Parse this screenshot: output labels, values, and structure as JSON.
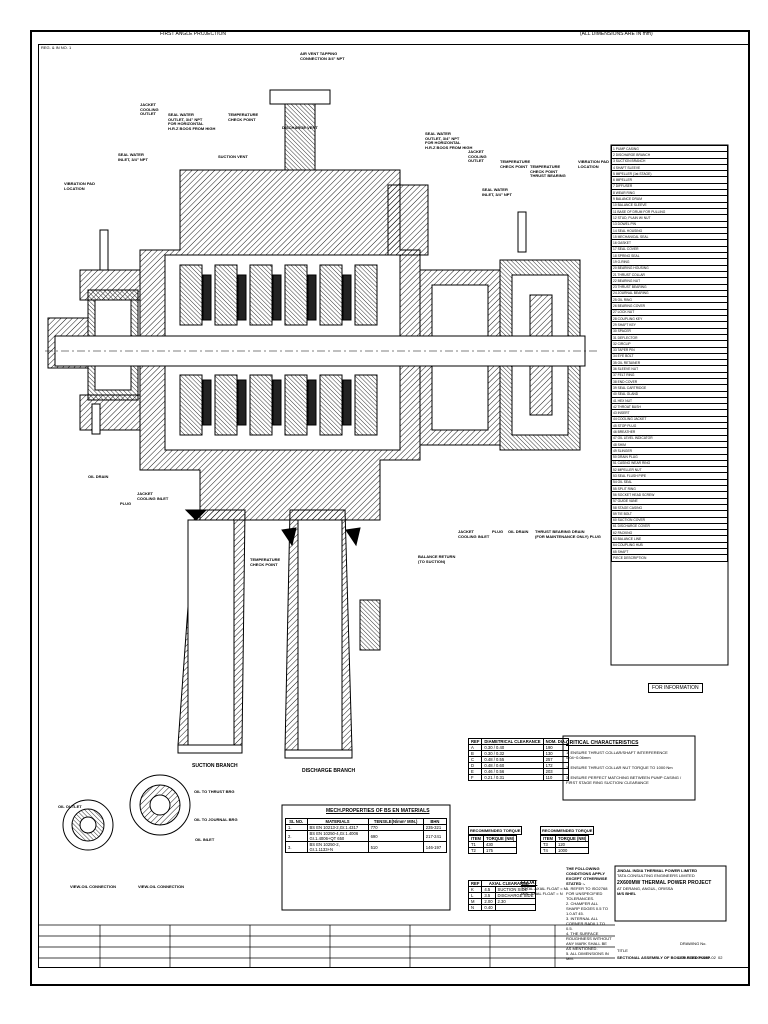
{
  "header": {
    "projection": "FIRST ANGLE PROJECTION",
    "dimensions_note": "(ALL DIMENSIONS ARE IN mm)",
    "corner_ref": "REG. & IN NO. 1"
  },
  "callouts": {
    "seal_water_top": "SEAL WATER\nOUTLET, 3/4\" NPT\nFOR HORIZONTAL\nH.R.Z BOOS FROM HIGH",
    "jacket_cooling_left": "JACKET\nCOOLING\nOUTLET",
    "seal_water_inlet_left": "SEAL WATER\nINLET, 3/4\" NPT",
    "temp_check_left": "TEMPERATURE\nCHECK POINT",
    "vibration_pad_left": "VIBRATION PAD\nLOCATION",
    "air_vent": "AIR VENT TAPPING\nCONNECTION 3/4\" NPT",
    "discharge_vent": "DISCHARGE VENT",
    "suction_vent": "SUCTION VENT",
    "seal_water_outlet_right": "SEAL WATER\nOUTLET, 3/4\" NPT\nFOR HORIZONTAL\nH.R.Z BOOS FROM HIGH",
    "jacket_cooling_right": "JACKET\nCOOLING\nOUTLET",
    "seal_water_inlet_right": "SEAL WATER\nINLET, 3/4\" NPT",
    "temp_check_right": "TEMPERATURE\nCHECK POINT",
    "temp_check_thrust": "TEMPERATURE\nCHECK POINT\nTHRUST BEARING",
    "vibration_pad_right": "VIBRATION PAD\nLOCATION",
    "oil_drain_left": "OIL DRAIN",
    "plug_left": "PLUG",
    "jacket_inlet_left": "JACKET\nCOOLING INLET",
    "temp_check_bottom": "TEMPERATURE\nCHECK POINT",
    "balance_return": "BALANCE RETURN\n(TO SUCTION)",
    "jacket_inlet_right": "JACKET\nCOOLING INLET",
    "plug_right": "PLUG",
    "oil_drain_right": "OIL DRAIN",
    "thrust_drain": "THRUST BEARING DRAIN\n(FOR MAINTENANCE ONLY) PLUG",
    "suction_branch": "SUCTION BRANCH",
    "discharge_branch": "DISCHARGE BRANCH",
    "view_left": "VIEW-OIL CONNECTION",
    "view_right": "VIEW-OIL CONNECTION",
    "oil_outlet": "OIL OUTLET",
    "oil_inlet": "OIL INLET",
    "oil_to_thrust": "OIL TO THRUST BRG",
    "oil_to_journal": "OIL TO JOURNAL BRG"
  },
  "parts_list": [
    "1 PUMP CASING",
    "2 DISCHARGE BRANCH",
    "3 SUCTION BRANCH",
    "4 SHAFT SLEEVE",
    "5 IMPELLER (1st STAGE)",
    "6 IMPELLER",
    "7 DIFFUSER",
    "8 WEAR RING",
    "9 BALANCE DRUM",
    "10 BALANCE SLEEVE",
    "11 BASE OF DRUM FOR PULLING",
    "12 STUD, PLAIN W/ NUT",
    "13 DOWEL PIN",
    "14 SEAL HOUSING",
    "15 MECHANICAL SEAL",
    "16 GASKET",
    "17 SEAL COVER",
    "18 SPRING SEAL",
    "19 O-RING",
    "20 BEARING HOUSING",
    "21 THRUST COLLAR",
    "22 BEARING NUT",
    "23 THRUST BEARING",
    "24 JOURNAL BEARING",
    "25 OIL RING",
    "26 BEARING COVER",
    "27 LOCK NUT",
    "28 COUPLING KEY",
    "29 SHAFT KEY",
    "30 SPACER",
    "31 DEFLECTOR",
    "32 CIRCLIP",
    "33 TAPER PIN",
    "34 EYE BOLT",
    "35 OIL RETAINER",
    "36 SLEEVE NUT",
    "37 FELT RING",
    "38 END COVER",
    "39 SEAL CARTRIDGE",
    "40 SEAL GLAND",
    "41 HEX NUT",
    "42 THROAT BUSH",
    "43 INSERT",
    "44 COOLING JACKET",
    "45 STOP PLUG",
    "46 BREATHER",
    "47 OIL LEVEL INDICATOR",
    "48 SHIM",
    "49 SLINGER",
    "50 DRAIN PLUG",
    "51 CASING WEAR RING",
    "52 IMPELLER NUT",
    "53 SEAL FLUSH PIPE",
    "54 OIL SEAL",
    "55 SPLIT RING",
    "56 SOCKET HEAD SCREW",
    "57 GUIDE VANE",
    "58 STAGE CASING",
    "59 TIE BOLT",
    "60 SUCTION COVER",
    "61 DISCHARGE COVER",
    "62 PACKING",
    "63 BALANCE LINE",
    "64 COUPLING HUB",
    "65 SHAFT",
    "PIECE DESCRIPTION"
  ],
  "info_stamp": "FOR INFORMATION",
  "clearance_table": {
    "headers": [
      "REF",
      "DIAMETRICAL CLEARANCE",
      "NOM. DIA."
    ],
    "rows": [
      [
        "A",
        "0.30 / 0.40",
        "190"
      ],
      [
        "B",
        "0.30 / 0.32",
        "130"
      ],
      [
        "C",
        "0.48 / 0.55",
        "257"
      ],
      [
        "D",
        "0.48 / 0.60",
        "172"
      ],
      [
        "E",
        "0.46 / 0.56",
        "203"
      ],
      [
        "F",
        "0.21 / 0.31",
        "110"
      ]
    ]
  },
  "critical": {
    "title": "CRITICAL CHARACTERISTICS",
    "items": [
      "1. ENSURE THRUST COLLAR/SHAFT INTERFERENCE 0.04~0.06mm",
      "2. ENSURE THRUST COLLAR NUT TORQUE TO 1000 Nm",
      "3. ENSURE PERFECT MATCHING BETWEEN PUMP CASING / FIRST STAGE RING SUCTION/ CLEARANCE"
    ]
  },
  "materials": {
    "title": "MECH.PROPERTIES OF BS EN MATERIALS",
    "headers": [
      "SL NO.",
      "MATERIALS",
      "TENSILE(N/mm² MIN.)",
      "BHN"
    ],
    "rows": [
      [
        "1.",
        "BS EN 10213-2,Gr.1.4317",
        "770",
        "235-321"
      ],
      [
        "2.",
        "BS EN 10250-4,Gr.1.4006\nGr.1.4006+QT 650",
        "690",
        "217-241"
      ],
      [
        "3.",
        "BS EN 10250-2,\nGr.1.1133+N",
        "510",
        "146-197"
      ]
    ]
  },
  "torque_table": {
    "title": "RECOMMENDED TORQUE",
    "headers": [
      "ITEM",
      "TORQUE (NM)"
    ],
    "rows": [
      [
        "T1",
        "430"
      ],
      [
        "T2",
        "175"
      ]
    ]
  },
  "torque_table_right": {
    "title": "RECOMMENDED TORQUE",
    "headers": [
      "ITEM",
      "TORQUE (NM)"
    ],
    "rows": [
      [
        "T3",
        "120"
      ],
      [
        "T4",
        "1000"
      ]
    ]
  },
  "axial_table": {
    "headers": [
      "REF",
      "AXIAL CLEARANCE"
    ],
    "rows": [
      [
        "K",
        "4.5",
        "SUCTION SIDE"
      ],
      [
        "L",
        "3.5",
        "DISCHARGE SIDE"
      ],
      [
        "M",
        "2.00",
        "2.30"
      ],
      [
        "N",
        "0.40",
        ""
      ]
    ]
  },
  "float": {
    "title": "FLOAT",
    "lines": [
      "TOTAL AXIAL FLOAT = M",
      "MIN. AXIAL FLOAT = N"
    ]
  },
  "notes": {
    "title": "THE FOLLOWING CONDITIONS APPLY EXCEPT OTHERWISE STATED :-",
    "items": [
      "1. REFER TO ISO2768 FOR UNSPECIFIED TOLERANCES.",
      "2. CHAMFER ALL SHARP EDGES 0.5 TO 1.0 AT 45.",
      "3. INTERNAL ALL CORNER RADII 1 TO 0.5.",
      "4. THE SURFACE ROUGHNESS WITHOUT ANY MARK SHALL BE AS MENTIONED.",
      "5. ALL DIMENSIONS IN MM."
    ]
  },
  "title_block": {
    "client": "JINDAL INDIA THERMAL POWER LIMITED",
    "consultant": "TATA CONSULTING ENGINEERS LIMITED",
    "project": "2X600MW THERMAL POWER PROJECT",
    "location": "AT DERANG, ANGUL, ORISSA",
    "manufacturer": "M/S BHEL",
    "title_label": "TITLE",
    "title": "SECTIONAL ASSEMBLY OF BOILER FEED PUMP",
    "drawing_no_label": "DRAWING No.",
    "drawing_no": "0-20-1-0000-0702-02",
    "rev": "02"
  }
}
